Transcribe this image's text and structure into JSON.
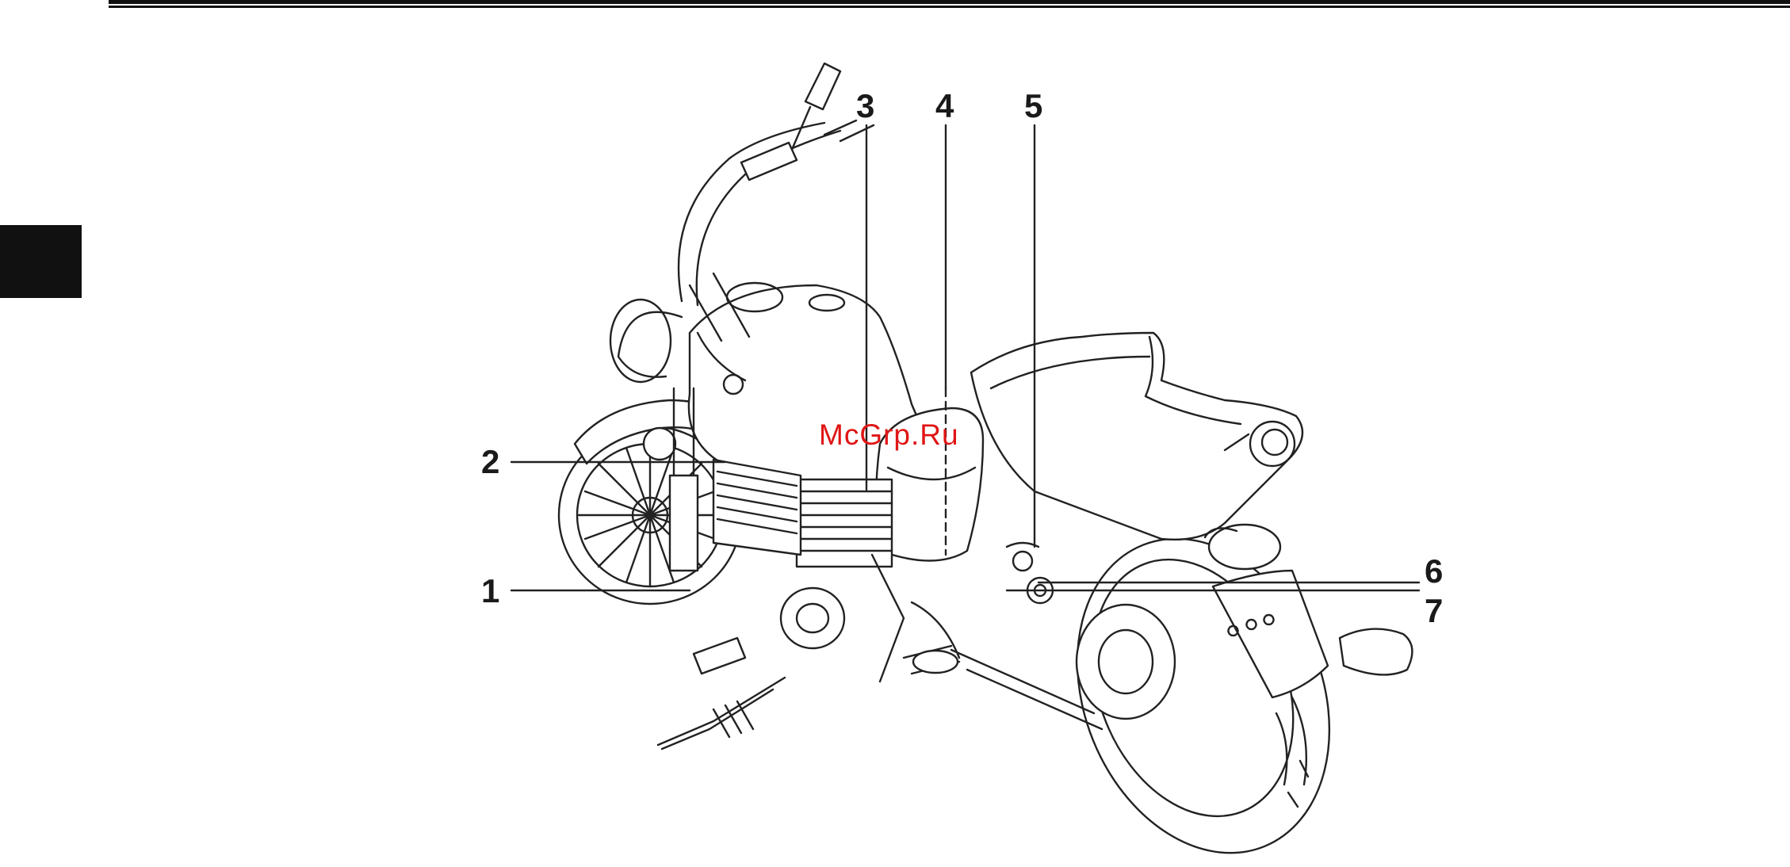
{
  "figure": {
    "callouts": [
      {
        "id": "1",
        "label": "1"
      },
      {
        "id": "2",
        "label": "2"
      },
      {
        "id": "3",
        "label": "3"
      },
      {
        "id": "4",
        "label": "4"
      },
      {
        "id": "5",
        "label": "5"
      },
      {
        "id": "6",
        "label": "6"
      },
      {
        "id": "7",
        "label": "7"
      }
    ],
    "watermark": "McGrp.Ru"
  }
}
